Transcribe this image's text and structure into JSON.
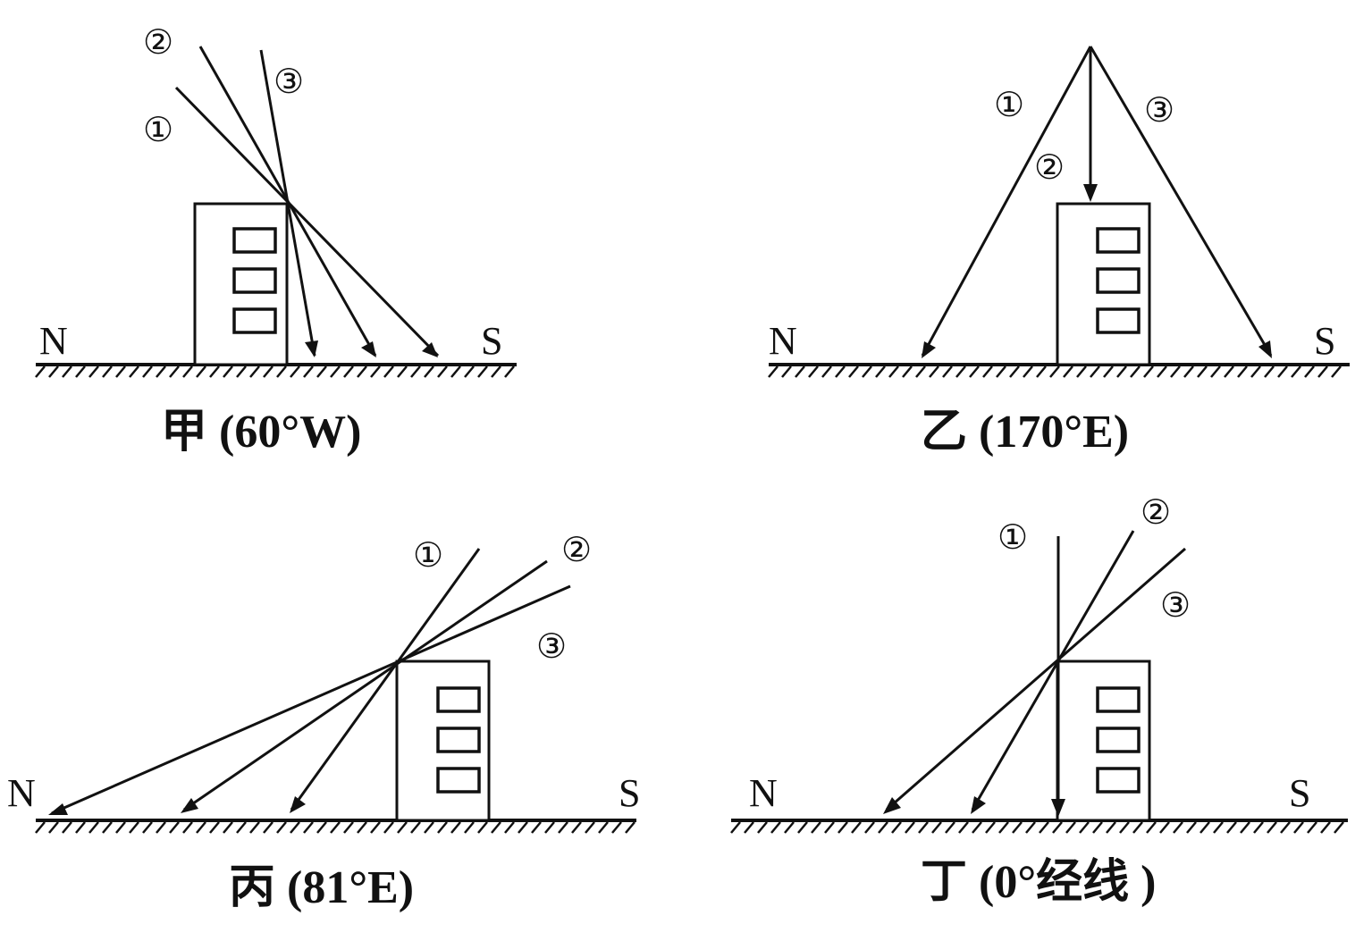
{
  "panels": [
    {
      "id": "jia",
      "caption": "甲 (60°W)",
      "north_label": "N",
      "south_label": "S",
      "rays": [
        {
          "label": "①"
        },
        {
          "label": "②"
        },
        {
          "label": "③"
        }
      ]
    },
    {
      "id": "yi",
      "caption": "乙 (170°E)",
      "north_label": "N",
      "south_label": "S",
      "rays": [
        {
          "label": "①"
        },
        {
          "label": "②"
        },
        {
          "label": "③"
        }
      ]
    },
    {
      "id": "bing",
      "caption": "丙 (81°E)",
      "north_label": "N",
      "south_label": "S",
      "rays": [
        {
          "label": "①"
        },
        {
          "label": "②"
        },
        {
          "label": "③"
        }
      ]
    },
    {
      "id": "ding",
      "caption": "丁 (0°经线 )",
      "north_label": "N",
      "south_label": "S",
      "rays": [
        {
          "label": "①"
        },
        {
          "label": "②"
        },
        {
          "label": "③"
        }
      ]
    }
  ]
}
